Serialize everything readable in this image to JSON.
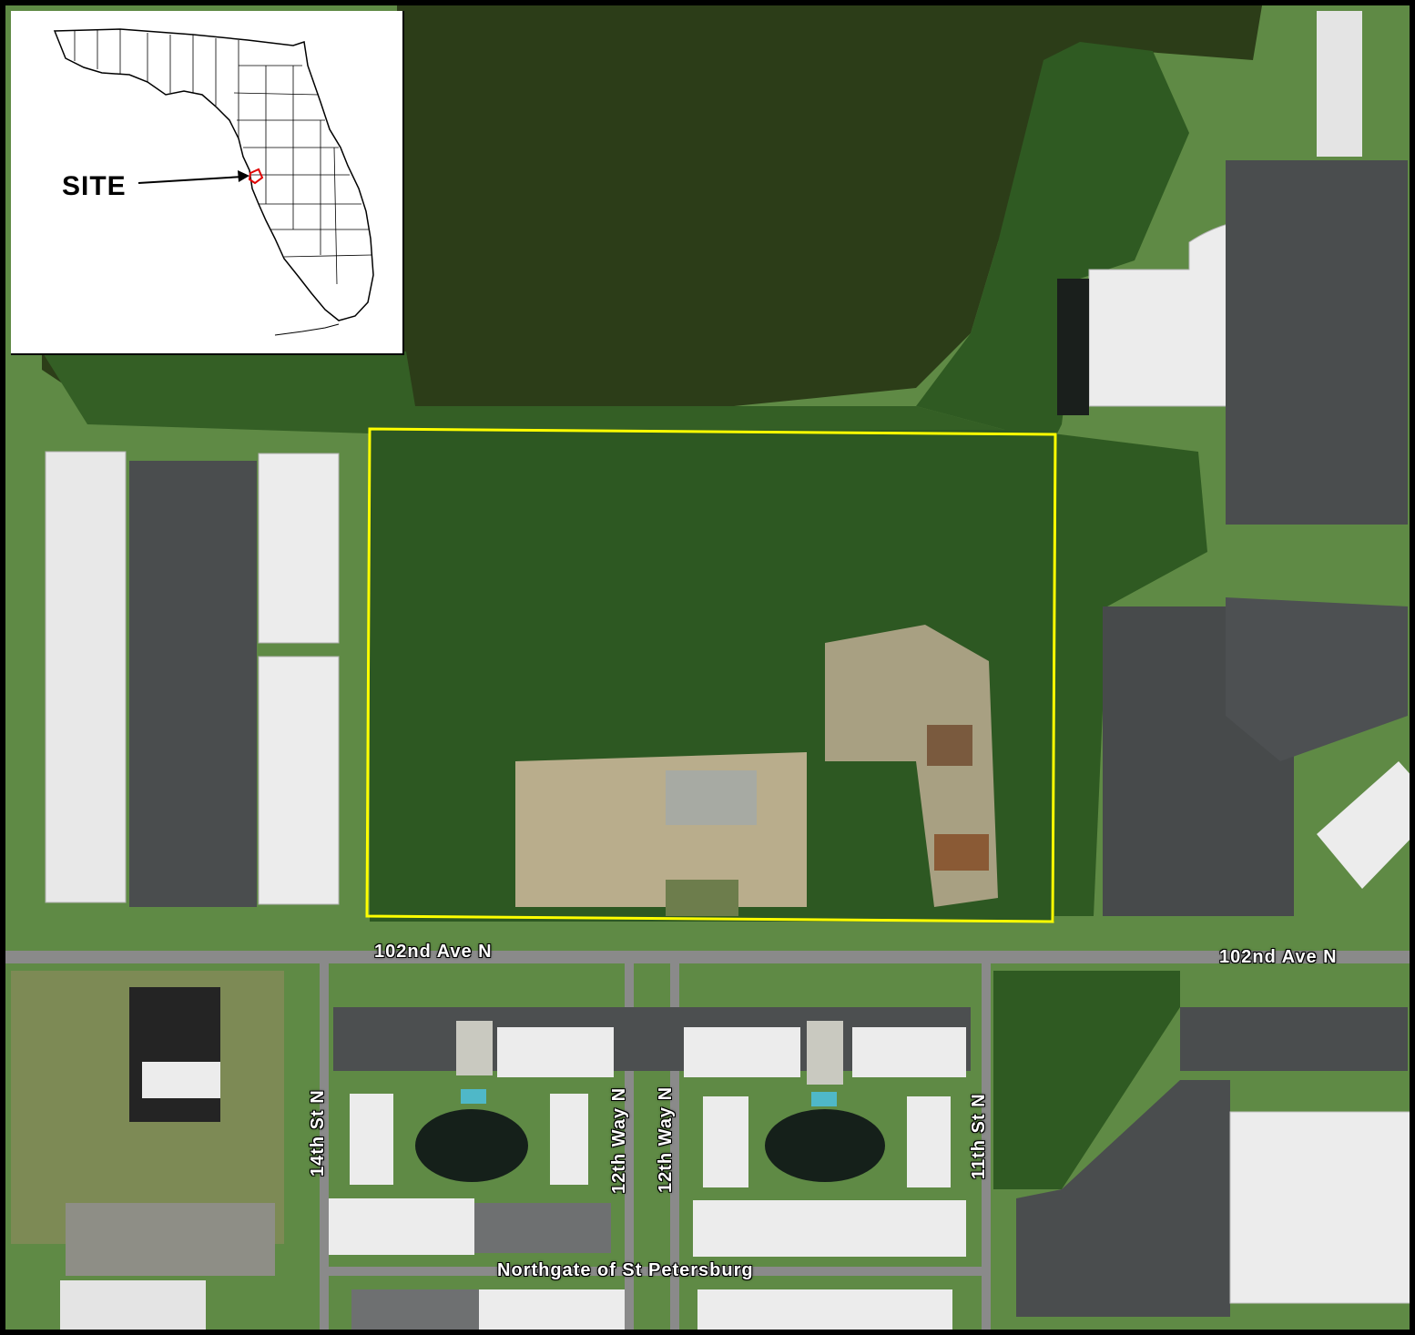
{
  "map": {
    "roads": {
      "ave_102_left": "102nd Ave N",
      "ave_102_right": "102nd Ave N",
      "st_14": "14th St N",
      "way_12_a": "12th Way N",
      "way_12_b": "12th Way N",
      "st_11": "11th St N",
      "northgate": "Northgate of St Petersburg"
    },
    "site_boundary_color": "#ffff00",
    "water_color": "#2c3d18",
    "forest_color": "#2f5a22",
    "road_color": "#8a8a8a"
  },
  "inset": {
    "site_label": "SITE",
    "site_marker_color": "#e00000"
  }
}
